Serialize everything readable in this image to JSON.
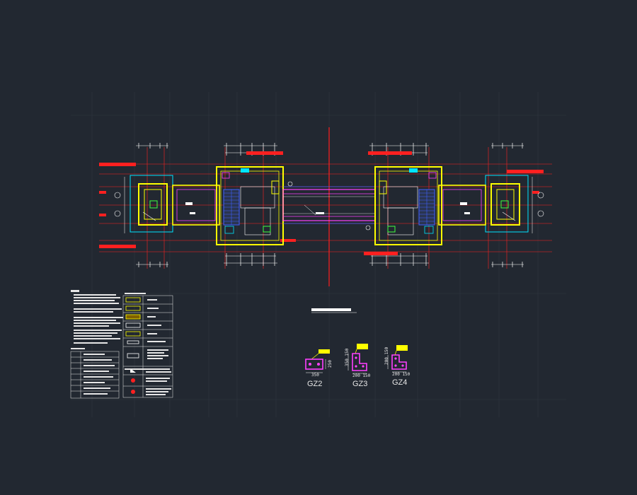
{
  "colors": {
    "background": "#222831",
    "grid": "#2f3640",
    "wall": "#ffff00",
    "axis": "#ff2020",
    "dim": "#ffffff",
    "cyan": "#00e5ff",
    "magenta": "#ff40ff",
    "blue": "#4060ff",
    "green": "#40ff40",
    "text": "#e6e6e6"
  },
  "column_details": [
    {
      "id": "gz2",
      "label": "GZ2",
      "width_dim": "350",
      "height_dim": "250"
    },
    {
      "id": "gz3",
      "label": "GZ3",
      "width_dim": "200 150",
      "height_dim": "350 150"
    },
    {
      "id": "gz4",
      "label": "GZ4",
      "width_dim": "200 150",
      "height_dim": "200 150"
    }
  ]
}
